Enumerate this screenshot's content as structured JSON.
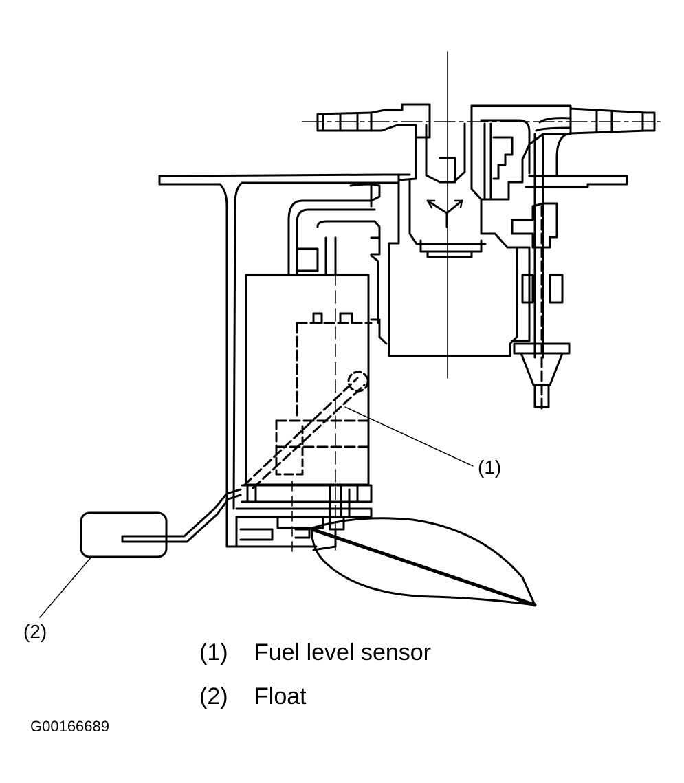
{
  "callouts": {
    "fuel_level_sensor": "(1)",
    "float": "(2)"
  },
  "legend": [
    {
      "num": "(1)",
      "label": "Fuel level sensor"
    },
    {
      "num": "(2)",
      "label": "Float"
    }
  ],
  "figure_id": "G00166689",
  "colors": {
    "ink": "#000000",
    "background": "#ffffff"
  }
}
